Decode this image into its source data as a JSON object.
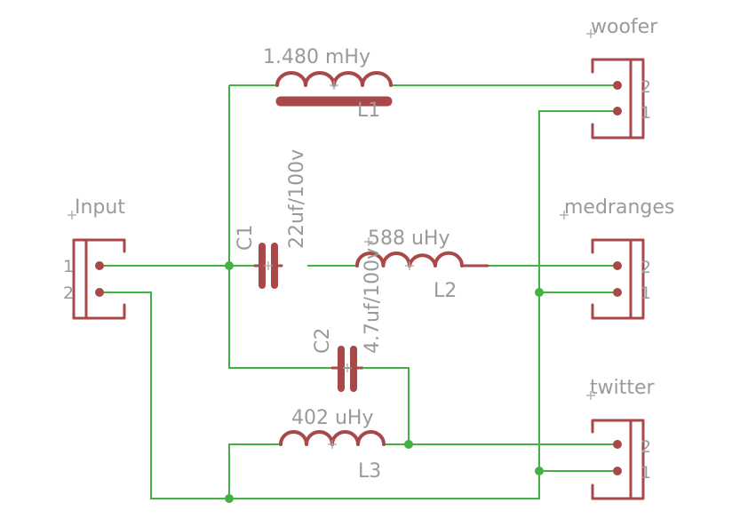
{
  "colors": {
    "background": "#ffffff",
    "wire": "#43b243",
    "component": "#a84848",
    "text": "#9a9a9a"
  },
  "connectors": {
    "input": {
      "name": "Input",
      "pin_top": "1",
      "pin_bottom": "2"
    },
    "woofer": {
      "name": "woofer",
      "pin_top": "2",
      "pin_bottom": "1"
    },
    "medranges": {
      "name": "medranges",
      "pin_top": "2",
      "pin_bottom": "1"
    },
    "twitter": {
      "name": "twitter",
      "pin_top": "2",
      "pin_bottom": "1"
    }
  },
  "components": {
    "L1": {
      "name": "L1",
      "value": "1.480 mHy"
    },
    "L2": {
      "name": "L2",
      "value": "588 uHy"
    },
    "L3": {
      "name": "L3",
      "value": "402 uHy"
    },
    "C1": {
      "name": "C1",
      "value": "22uf/100v"
    },
    "C2": {
      "name": "C2",
      "value": "4.7uf/100v"
    }
  }
}
